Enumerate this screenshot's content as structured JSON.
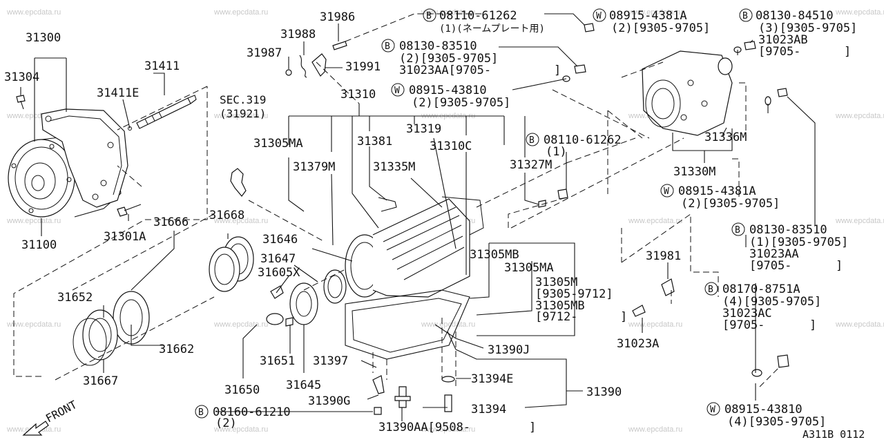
{
  "watermark": "www.epcdata.ru",
  "diagram_code": "A311B 0112",
  "front_label": "FRONT",
  "parts": {
    "p31300": "31300",
    "p31304": "31304",
    "p31411": "31411",
    "p31411E": "31411E",
    "p31100": "31100",
    "p31301A": "31301A",
    "p31986": "31986",
    "p31988": "31988",
    "p31987": "31987",
    "p31991": "31991",
    "p31310": "31310",
    "sec319": "SEC.319",
    "sec319_sub": "(31921)",
    "p31305MA_a": "31305MA",
    "p31381": "31381",
    "p31319": "31319",
    "p31310C": "31310C",
    "p31379M": "31379M",
    "p31335M": "31335M",
    "p31327M": "31327M",
    "p31336M": "31336M",
    "p31330M": "31330M",
    "p31668": "31668",
    "p31666": "31666",
    "p31646": "31646",
    "p31647": "31647",
    "p31605X": "31605X",
    "p31305MB_a": "31305MB",
    "p31305MA_b": "31305MA",
    "p31305M": "31305M",
    "p31305M_rng": "[9305-9712]",
    "p31305MB_b": "31305MB",
    "p31305MB_rng": "[9712-",
    "p31305MB_end": "]",
    "p31981": "31981",
    "p31023A": "31023A",
    "p31652": "31652",
    "p31662": "31662",
    "p31667": "31667",
    "p31651": "31651",
    "p31650": "31650",
    "p31645": "31645",
    "p31397": "31397",
    "p31390J": "31390J",
    "p31394E": "31394E",
    "p31390": "31390",
    "p31390G": "31390G",
    "p31394": "31394",
    "p31390AA": "31390AA[9508-",
    "p31390AA_end": "]"
  },
  "callouts": {
    "c1": {
      "badge": "B",
      "line1": "08110-61262",
      "line2": "(1)(ネームプレート用)"
    },
    "c2": {
      "badge": "W",
      "line1": "08915-4381A",
      "line2": "(2)[9305-9705]"
    },
    "c3": {
      "badge": "B",
      "line1": "08130-84510",
      "line2": "(3)[9305-9705]",
      "line3": "31023AB",
      "line4": "[9705-",
      "line4_end": "]"
    },
    "c4": {
      "badge": "B",
      "line1": "08130-83510",
      "line2": "(2)[9305-9705]",
      "line3": "31023AA[9705-",
      "line3_end": "]"
    },
    "c5": {
      "badge": "W",
      "line1": "08915-43810",
      "line2": "(2)[9305-9705]"
    },
    "c6": {
      "badge": "B",
      "line1": "08110-61262",
      "line2": "(1)"
    },
    "c7": {
      "badge": "W",
      "line1": "08915-4381A",
      "line2": "(2)[9305-9705]"
    },
    "c8": {
      "badge": "B",
      "line1": "08130-83510",
      "line2": "(1)[9305-9705]",
      "line3": "31023AA",
      "line4": "[9705-",
      "line4_end": "]"
    },
    "c9": {
      "badge": "B",
      "line1": "08170-8751A",
      "line2": "(4)[9305-9705]",
      "line3": "31023AC",
      "line4": "[9705-",
      "line4_end": "]"
    },
    "c10": {
      "badge": "B",
      "line1": "08160-61210",
      "line2": "(2)"
    },
    "c11": {
      "badge": "W",
      "line1": "08915-43810",
      "line2": "(4)[9305-9705]"
    }
  }
}
